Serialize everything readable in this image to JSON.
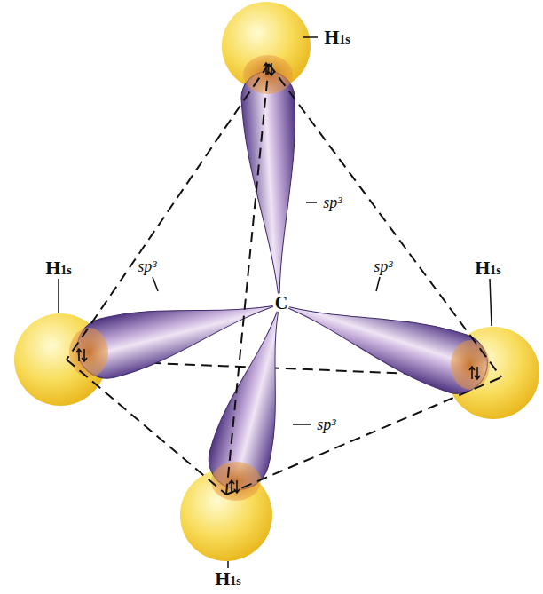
{
  "diagram": {
    "labels": [
      "H1s",
      "sp³",
      "H1s",
      "sp³",
      "C",
      "sp³",
      "H1s",
      "sp³",
      "H1s"
    ]
  }
}
